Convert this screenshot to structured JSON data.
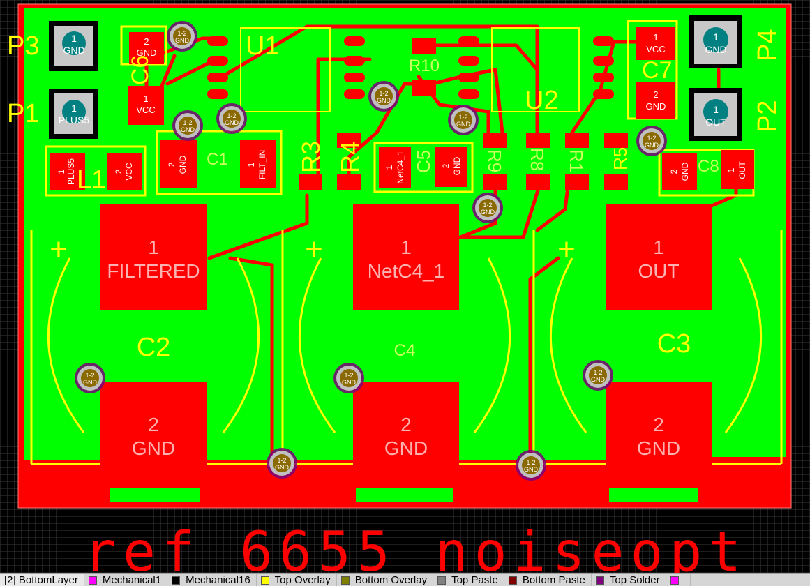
{
  "board": {
    "bottom_text": "ref 6655 noiseopt",
    "colors": {
      "background": "#000000",
      "bottom_copper": "#ff0000",
      "top_copper": "#00ff00",
      "top_overlay": "#ffff00",
      "via_ring": "#c0c0c0",
      "via_core": "#8a6a00",
      "multilayer_pad": "#c8c8c8",
      "pad_hole": "#008080"
    },
    "connectors": {
      "p3": {
        "ref": "P3",
        "num": "1",
        "net": "GND"
      },
      "p1": {
        "ref": "P1",
        "num": "1",
        "net": "PLUS5"
      },
      "p4": {
        "ref": "P4",
        "num": "1",
        "net": "GND"
      },
      "p2": {
        "ref": "P2",
        "num": "1",
        "net": "OUT"
      }
    },
    "designators": {
      "c6": "C6",
      "c7": "C7",
      "c1": "C1",
      "l1": "L1",
      "u1": "U1",
      "u2": "U2",
      "r10": "R10",
      "r3": "R3",
      "r4": "R4",
      "c5": "C5",
      "r9": "R9",
      "r8": "R8",
      "r1": "R1",
      "r5": "R5",
      "c8": "C8",
      "c2": "C2",
      "c4": "C4",
      "c3": "C3"
    },
    "small_pads": {
      "c6_2": {
        "num": "2",
        "net": "GND"
      },
      "c6_1": {
        "num": "1",
        "net": "VCC"
      },
      "c7_1": {
        "num": "1",
        "net": "VCC"
      },
      "c7_2": {
        "num": "2",
        "net": "GND"
      },
      "l1_1": {
        "num": "1",
        "net": "PLUS5"
      },
      "l1_2": {
        "num": "2",
        "net": "VCC"
      },
      "c1_2": {
        "num": "2",
        "net": "GND"
      },
      "c1_1": {
        "num": "1",
        "net": "FILT_IN"
      },
      "c5_1": {
        "num": "1",
        "net": "NetC4_1"
      },
      "c5_2": {
        "num": "2",
        "net": "GND"
      },
      "c8_2": {
        "num": "2",
        "net": "GND"
      },
      "c8_1": {
        "num": "1",
        "net": "OUT"
      }
    },
    "big_pads": {
      "c2_1": {
        "num": "1",
        "net": "FILTERED"
      },
      "c4_1": {
        "num": "1",
        "net": "NetC4_1"
      },
      "c3_1": {
        "num": "1",
        "net": "OUT"
      },
      "c2_2": {
        "num": "2",
        "net": "GND"
      },
      "c4_2": {
        "num": "2",
        "net": "GND"
      },
      "c3_2": {
        "num": "2",
        "net": "GND"
      }
    },
    "via_label": {
      "num": "1-2",
      "net": "GND"
    },
    "polarity_mark": "+"
  },
  "layer_tabs": [
    {
      "label": "[2] BottomLayer",
      "color": "#ff0000"
    },
    {
      "label": "Mechanical1",
      "color": "#ff00ff"
    },
    {
      "label": "Mechanical16",
      "color": "#000000"
    },
    {
      "label": "Top Overlay",
      "color": "#ffff00"
    },
    {
      "label": "Bottom Overlay",
      "color": "#808000"
    },
    {
      "label": "Top Paste",
      "color": "#808080"
    },
    {
      "label": "Bottom Paste",
      "color": "#800000"
    },
    {
      "label": "Top Solder",
      "color": "#800080"
    },
    {
      "label": "",
      "color": "#ff00ff"
    }
  ]
}
